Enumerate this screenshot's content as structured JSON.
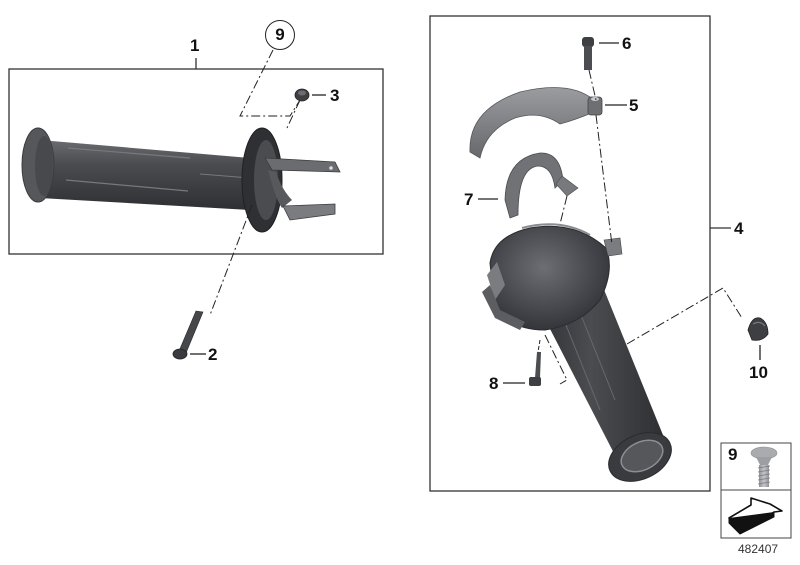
{
  "diagram": {
    "type": "exploded-parts-diagram",
    "reference_number": "482407",
    "colors": {
      "line": "#222222",
      "part_dark": "#3c3d40",
      "part_mid": "#55575b",
      "part_light": "#8a8c90",
      "screw_light": "#a9abaf",
      "background": "#ffffff"
    },
    "labels": [
      {
        "id": "1",
        "text": "1",
        "description": "left handlebar grip assembly (frame)"
      },
      {
        "id": "2",
        "text": "2",
        "description": "long bolt"
      },
      {
        "id": "3",
        "text": "3",
        "description": "small cap nut"
      },
      {
        "id": "4",
        "text": "4",
        "description": "right throttle grip assembly (frame)"
      },
      {
        "id": "5",
        "text": "5",
        "description": "upper housing cover"
      },
      {
        "id": "6",
        "text": "6",
        "description": "socket head screw"
      },
      {
        "id": "7",
        "text": "7",
        "description": "clamp bracket"
      },
      {
        "id": "8",
        "text": "8",
        "description": "socket head screw"
      },
      {
        "id": "9",
        "text": "9",
        "description": "self-tapping screw (circled reference)"
      },
      {
        "id": "10",
        "text": "10",
        "description": "bar end cap"
      }
    ],
    "legend": {
      "item_number": "9",
      "item_description": "self-tapping countersunk screw",
      "arrow_icon": "direction-arrow-icon"
    }
  }
}
